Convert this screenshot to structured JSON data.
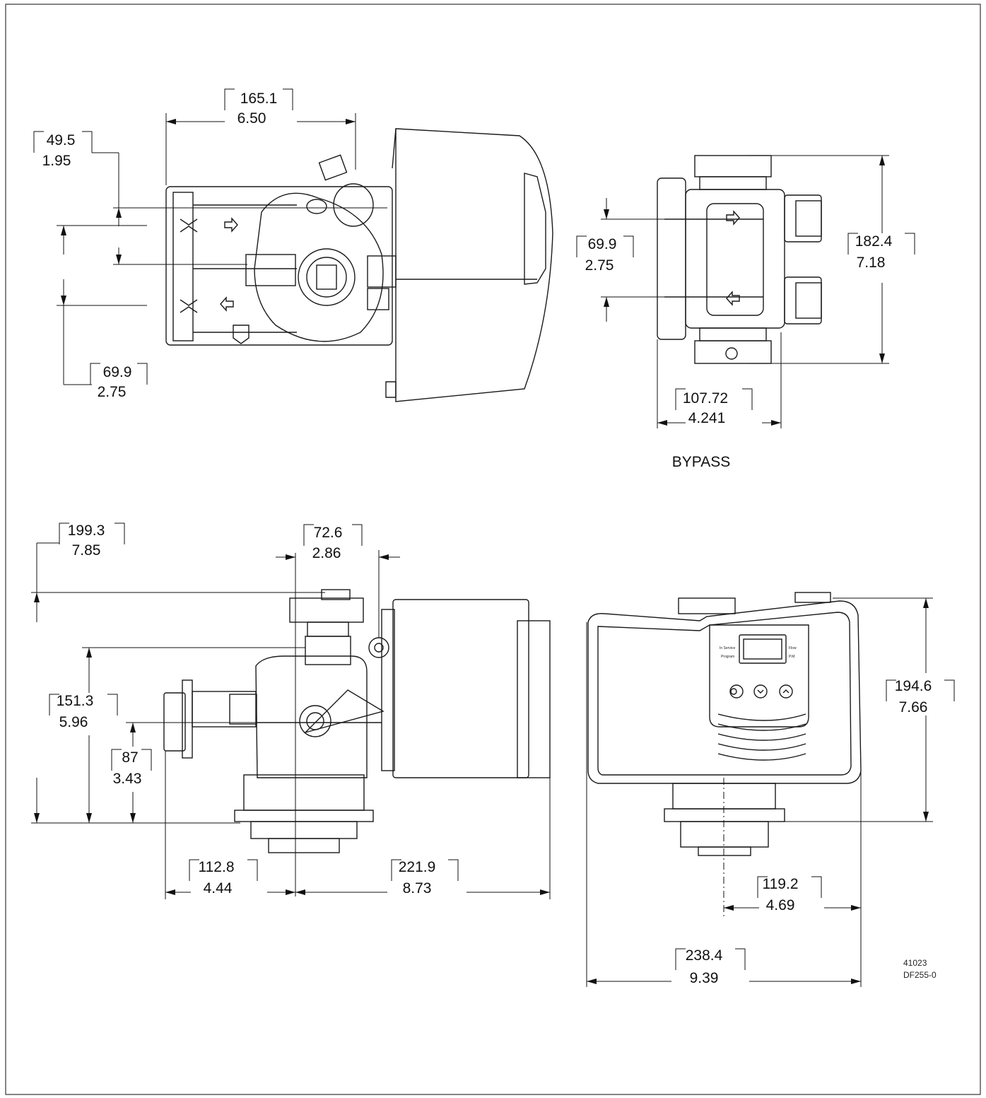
{
  "diagram": {
    "view_labels": {
      "bypass": "BYPASS"
    },
    "panel": {
      "in_service": "In Service",
      "program": "Program",
      "flow": "Flow",
      "pm": "P.M."
    },
    "dimensions": {
      "top_width": {
        "mm": "165.1",
        "in": "6.50"
      },
      "top_offset": {
        "mm": "49.5",
        "in": "1.95"
      },
      "top_port_spacing": {
        "mm": "69.9",
        "in": "2.75"
      },
      "bypass_port_spacing": {
        "mm": "69.9",
        "in": "2.75"
      },
      "bypass_height": {
        "mm": "182.4",
        "in": "7.18"
      },
      "bypass_width": {
        "mm": "107.72",
        "in": "4.241"
      },
      "side_total_height": {
        "mm": "199.3",
        "in": "7.85"
      },
      "side_top_width": {
        "mm": "72.6",
        "in": "2.86"
      },
      "side_mid_height": {
        "mm": "151.3",
        "in": "5.96"
      },
      "side_low_height": {
        "mm": "87",
        "in": "3.43"
      },
      "side_left_width": {
        "mm": "112.8",
        "in": "4.44"
      },
      "side_right_width": {
        "mm": "221.9",
        "in": "8.73"
      },
      "front_height": {
        "mm": "194.6",
        "in": "7.66"
      },
      "front_half_width": {
        "mm": "119.2",
        "in": "4.69"
      },
      "front_total_width": {
        "mm": "238.4",
        "in": "9.39"
      }
    },
    "drawing_number": "41023",
    "drawing_code": "DF255-0"
  },
  "colors": {
    "line": "#1a1a1a",
    "background": "#ffffff"
  }
}
